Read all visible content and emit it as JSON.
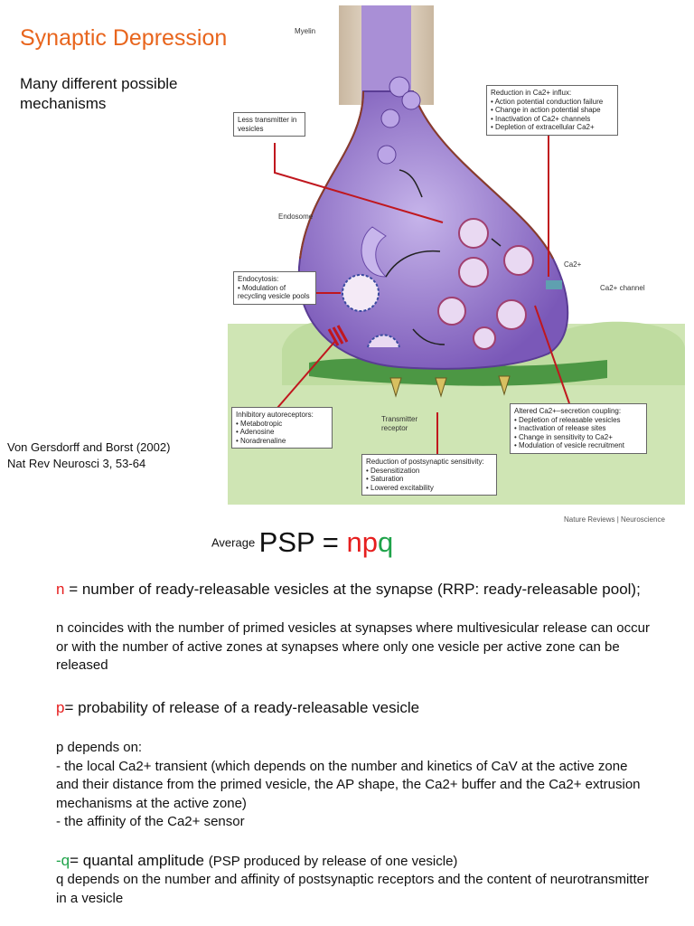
{
  "title": "Synaptic Depression",
  "subtitle": "Many different possible mechanisms",
  "citation": {
    "line1": "Von Gersdorff and Borst (2002)",
    "line2": "Nat Rev Neurosci 3, 53-64"
  },
  "figure": {
    "myelin": "Myelin",
    "endosome": "Endosome",
    "ca2": "Ca2+",
    "ca2_channel": "Ca2+ channel",
    "transmitter_receptor": "Transmitter receptor",
    "less_transmitter": "Less transmitter in vesicles",
    "ca_influx": {
      "title": "Reduction in Ca2+ influx:",
      "items": [
        "• Action potential conduction failure",
        "• Change in action potential shape",
        "• Inactivation of Ca2+ channels",
        "• Depletion of extracellular Ca2+"
      ]
    },
    "endocytosis": {
      "title": "Endocytosis:",
      "items": [
        "• Modulation of recycling vesicle pools"
      ]
    },
    "autoreceptors": {
      "title": "Inhibitory autoreceptors:",
      "items": [
        "• Metabotropic",
        "• Adenosine",
        "• Noradrenaline"
      ]
    },
    "postsynaptic": {
      "title": "Reduction of postsynaptic sensitivity:",
      "items": [
        "• Desensitization",
        "• Saturation",
        "• Lowered excitability"
      ]
    },
    "coupling": {
      "title": "Altered Ca2+–secretion coupling:",
      "items": [
        "• Depletion of releasable vesicles",
        "• Inactivation of release sites",
        "• Change in sensitivity to Ca2+",
        "• Modulation of vesicle recruitment"
      ]
    },
    "journal": "Nature Reviews | Neuroscience"
  },
  "equation": {
    "average": "Average",
    "lhs": "PSP = ",
    "n": "n",
    "p": "p",
    "q": "q"
  },
  "n_def": {
    "symbol": "n",
    "text": " = number of ready-releasable vesicles at the synapse (RRP: ready-releasable pool);",
    "detail": "n coincides with the number of primed vesicles at synapses where multivesicular release can occur or with the number of active zones at synapses where only one vesicle per active zone can be released"
  },
  "p_def": {
    "symbol": "p",
    "text": "= probability of release of a ready-releasable vesicle"
  },
  "p_depends": {
    "heading": "p depends on:",
    "item1": "- the local Ca2+ transient (which depends on the number and kinetics of CaV at the active zone and their distance from the primed vesicle, the AP shape, the Ca2+ buffer and the Ca2+ extrusion mechanisms at the active zone)",
    "item2": "- the affinity of the Ca2+ sensor"
  },
  "q_def": {
    "symbol": "-q",
    "text": "= quantal amplitude ",
    "paren": "(PSP produced by release of one vesicle)",
    "detail": "q depends on the number and affinity of postsynaptic receptors and the content of neurotransmitter in a vesicle"
  },
  "colors": {
    "title": "#e8651d",
    "n": "#e61e1e",
    "p": "#e61e1e",
    "q": "#1fa34a",
    "terminal": "#8a6bc4",
    "postsynaptic": "#cfe5b4",
    "cleft": "#3f8f3a",
    "arrow": "#c0171e"
  }
}
